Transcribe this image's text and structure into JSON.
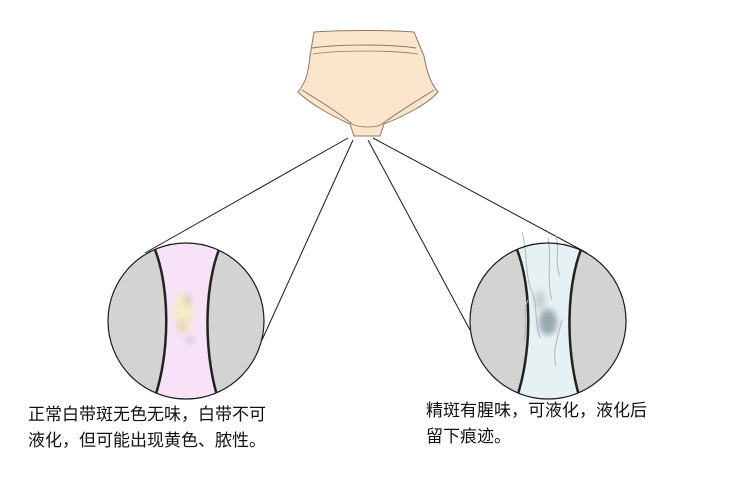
{
  "colors": {
    "underwear_fill": "#fbe6cc",
    "underwear_stroke": "#8a7a6a",
    "outline": "#1a1a1a",
    "thigh_gray": "#d3d3d3",
    "left_strip": "#f8e2f7",
    "right_strip": "#e6f1f4",
    "left_stain": "#f2edc8",
    "right_stain": "#9aa7ac"
  },
  "panels": [
    {
      "id": "left",
      "description_lines": [
        "正常白带斑无色无味，白带不可",
        "液化，但可能出现黄色、脓性。"
      ]
    },
    {
      "id": "right",
      "description_lines": [
        "精斑有腥味，可液化，液化后",
        "留下痕迹。"
      ]
    }
  ]
}
